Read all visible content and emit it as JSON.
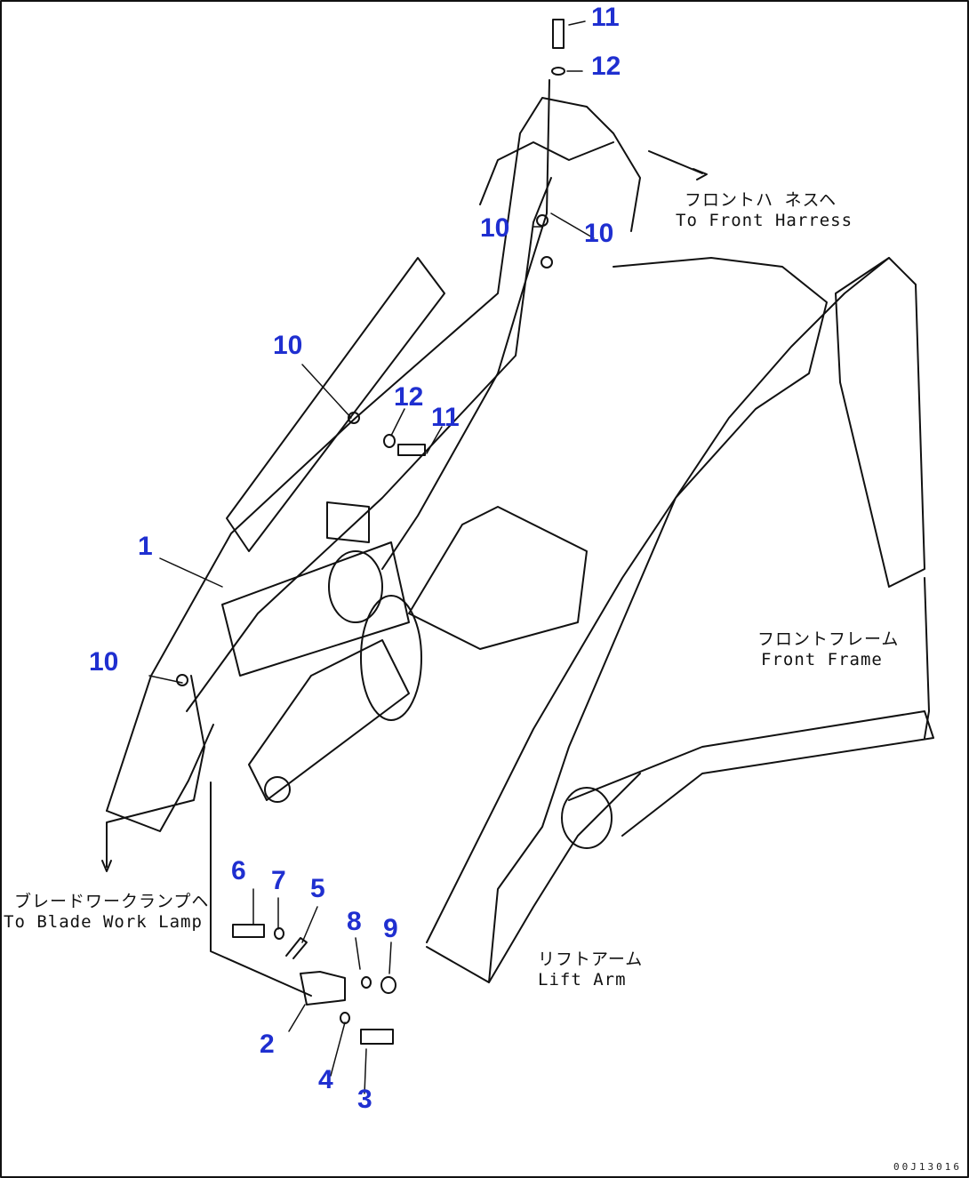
{
  "colors": {
    "callout": "#1f2fd0",
    "line": "#111111"
  },
  "callouts": [
    "11",
    "12",
    "10",
    "10",
    "10",
    "12",
    "11",
    "1",
    "10",
    "6",
    "7",
    "5",
    "8",
    "9",
    "2",
    "4",
    "3"
  ],
  "destinations": {
    "front_harness": {
      "ja": "フロントハ ネスヘ",
      "en": "To Front Harress"
    },
    "blade_lamp": {
      "ja": "ブレードワークランプヘ",
      "en": "To Blade Work Lamp"
    },
    "front_frame": {
      "ja": "フロントフレーム",
      "en": "Front Frame"
    },
    "lift_arm": {
      "ja": "リフトアーム",
      "en": "Lift Arm"
    }
  },
  "doc_id": "00J13016"
}
